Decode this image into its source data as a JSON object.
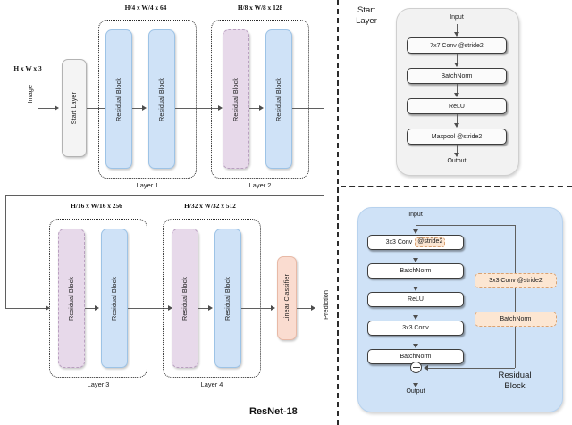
{
  "diagram": {
    "name": "ResNet-18",
    "input_tensor_label": "H x W x 3",
    "input_name": "Image",
    "output_name": "Prediction"
  },
  "backbone": {
    "start_layer_label": "Start Layer",
    "linear_classifier_label": "Linear Classifier",
    "block_label": "Residual Block",
    "stages": [
      {
        "group_label": "Layer 1",
        "dim_label": "H/4 x W/4 x 64",
        "blocks": [
          {
            "label": "Residual Block",
            "style": "plain"
          },
          {
            "label": "Residual Block",
            "style": "plain"
          }
        ]
      },
      {
        "group_label": "Layer 2",
        "dim_label": "H/8 x W/8 x 128",
        "blocks": [
          {
            "label": "Residual Block",
            "style": "downsample"
          },
          {
            "label": "Residual Block",
            "style": "plain"
          }
        ]
      },
      {
        "group_label": "Layer 3",
        "dim_label": "H/16 x W/16 x 256",
        "blocks": [
          {
            "label": "Residual Block",
            "style": "downsample"
          },
          {
            "label": "Residual Block",
            "style": "plain"
          }
        ]
      },
      {
        "group_label": "Layer 4",
        "dim_label": "H/32 x W/32 x 512",
        "blocks": [
          {
            "label": "Residual Block",
            "style": "downsample"
          },
          {
            "label": "Residual Block",
            "style": "plain"
          }
        ]
      }
    ]
  },
  "start_layer_panel": {
    "title": "Start\nLayer",
    "input_label": "Input",
    "output_label": "Output",
    "steps": [
      {
        "label": "7x7 Conv @stride2"
      },
      {
        "label": "BatchNorm"
      },
      {
        "label": "ReLU"
      },
      {
        "label": "Maxpool @stride2"
      }
    ]
  },
  "residual_block_panel": {
    "title": "Residual\nBlock",
    "input_label": "Input",
    "output_label": "Output",
    "main_steps": [
      {
        "label": "3x3 Conv",
        "highlight": "@stride2"
      },
      {
        "label": "BatchNorm",
        "highlight": ""
      },
      {
        "label": "ReLU",
        "highlight": ""
      },
      {
        "label": "3x3 Conv",
        "highlight": ""
      },
      {
        "label": "BatchNorm",
        "highlight": ""
      }
    ],
    "shortcut_steps": [
      {
        "label": "3x3 Conv @stride2"
      },
      {
        "label": "BatchNorm"
      }
    ],
    "sum_symbol": "+"
  },
  "colors": {
    "residual_block_blue": "#cfe2f7",
    "residual_block_purple": "#e7d9ea",
    "start_layer_grey": "#f4f4f4",
    "linear_classifier_peach": "#fadcd0",
    "shortcut_orange": "#fce6d2",
    "panel_blue": "#cfe2f7",
    "panel_grey": "#f2f2f2",
    "connector": "#5f5f5f"
  }
}
